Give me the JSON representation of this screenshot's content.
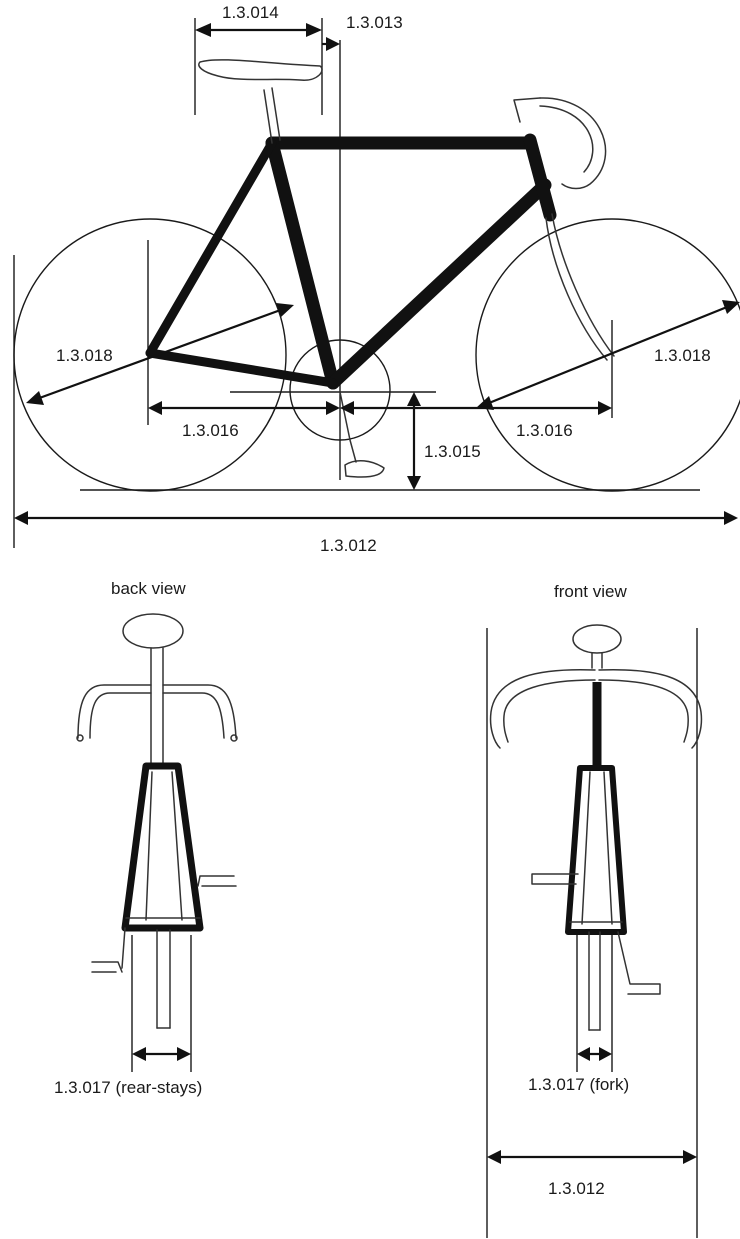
{
  "side_view": {
    "labels": {
      "saddle_setback": "1.3.014",
      "seat_axis": "1.3.013",
      "wheel_rear": "1.3.018",
      "wheel_front": "1.3.018",
      "chainstay_rear": "1.3.016",
      "front_center": "1.3.016",
      "bb_height": "1.3.015",
      "overall_length": "1.3.012"
    }
  },
  "back_view": {
    "title": "back view",
    "stays_label": "1.3.017 (rear-stays)"
  },
  "front_view": {
    "title": "front view",
    "fork_label": "1.3.017 (fork)",
    "width_label": "1.3.012"
  }
}
